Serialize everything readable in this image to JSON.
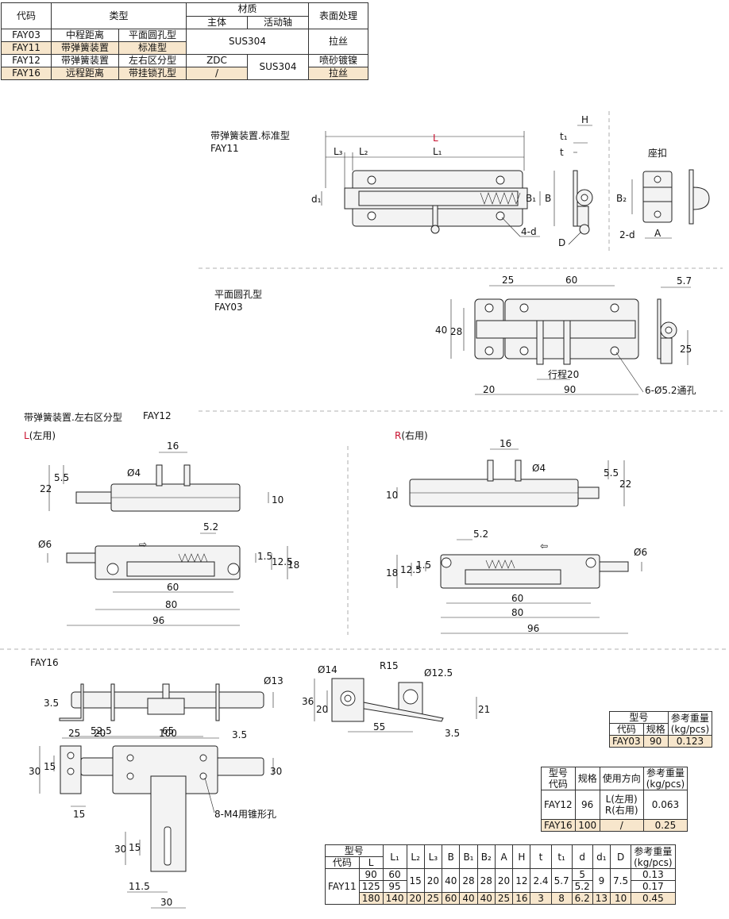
{
  "spec_table": {
    "h_code": "代码",
    "h_type": "类型",
    "h_material": "材质",
    "h_body": "主体",
    "h_shaft": "活动轴",
    "h_surface": "表面处理",
    "rows": [
      {
        "code": "FAY03",
        "type1": "中程距离",
        "type2": "平面圆孔型"
      },
      {
        "code": "FAY11",
        "type1": "带弹簧装置",
        "type2": "标准型"
      },
      {
        "code": "FAY12",
        "type1": "带弹簧装置",
        "type2": "左右区分型"
      },
      {
        "code": "FAY16",
        "type1": "远程距离",
        "type2": "带挂锁孔型"
      }
    ],
    "sus_a": "SUS304",
    "zdc": "ZDC",
    "slash": "/",
    "sus_b": "SUS304",
    "brushed_a": "拉丝",
    "sandblast": "喷砂镀镍",
    "brushed_b": "拉丝"
  },
  "fay11": {
    "title": "带弹簧装置.标准型",
    "code": "FAY11",
    "seat": "座扣",
    "dims": {
      "L": "L",
      "L1": "L₁",
      "L2": "L₂",
      "L3": "L₃",
      "B1": "B₁",
      "B": "B",
      "B2": "B₂",
      "d1": "d₁",
      "t1": "t₁",
      "t": "t",
      "H": "H",
      "D": "D",
      "hole4d": "4-d",
      "hole2d": "2-d",
      "A": "A"
    }
  },
  "fay03": {
    "title": "平面圆孔型",
    "code": "FAY03",
    "dims": {
      "d25": "25",
      "d60": "60",
      "d5_7": "5.7",
      "d40": "40",
      "d28": "28",
      "d25b": "25",
      "stroke": "行程20",
      "d20": "20",
      "d90": "90",
      "holes": "6-Ø5.2通孔"
    }
  },
  "fay12": {
    "title": "带弹簧装置.左右区分型",
    "code": "FAY12",
    "left": "L",
    "left_note": "(左用)",
    "right": "R",
    "right_note": "(右用)",
    "dims": {
      "d16": "16",
      "d4": "Ø4",
      "d22": "22",
      "d5_5": "5.5",
      "d10": "10",
      "d6": "Ø6",
      "d5_2": "5.2",
      "d1_5": "1.5",
      "d12_5": "12.5",
      "d18": "18",
      "d60": "60",
      "d80": "80",
      "d96": "96"
    }
  },
  "fay16": {
    "code": "FAY16",
    "dims": {
      "d13": "Ø13",
      "d3_5": "3.5",
      "d25": "25",
      "d20": "20",
      "d100": "100",
      "d3_5b": "3.5",
      "d14": "Ø14",
      "r15": "R15",
      "d12_5": "Ø12.5",
      "d36": "36",
      "d20b": "20",
      "d55": "55",
      "d21": "21",
      "d3_5c": "3.5",
      "d52_5": "52.5",
      "d65": "65",
      "d30": "30",
      "d15": "15",
      "d30b": "30",
      "d15b": "15",
      "m4": "8-M4用锥形孔",
      "d30c": "30",
      "d15c": "15",
      "d11_5": "11.5",
      "d30d": "30"
    }
  },
  "weight1": {
    "h_model": "型号",
    "h_weight": "参考重量",
    "h_unit": "(kg/pcs)",
    "h_code": "代码",
    "h_spec": "规格",
    "row": {
      "code": "FAY03",
      "spec": "90",
      "w": "0.123"
    }
  },
  "weight2": {
    "h_model": "型号",
    "h_code": "代码",
    "h_spec": "规格",
    "h_dir": "使用方向",
    "h_weight": "参考重量",
    "h_unit": "(kg/pcs)",
    "rows": [
      {
        "code": "FAY12",
        "spec": "96",
        "dir": "L(左用)",
        "dir2": "R(右用)",
        "w": "0.063"
      },
      {
        "code": "FAY16",
        "spec": "100",
        "dir": "/",
        "w": "0.25"
      }
    ]
  },
  "weight3": {
    "h_model": "型号",
    "h_code": "代码",
    "cols": [
      "L",
      "L₁",
      "L₂",
      "L₃",
      "B",
      "B₁",
      "B₂",
      "A",
      "H",
      "t",
      "t₁",
      "d",
      "d₁",
      "D"
    ],
    "h_weight": "参考重量",
    "h_unit": "(kg/pcs)",
    "code": "FAY11",
    "rows": [
      {
        "L": "90",
        "L1": "60",
        "w": "0.13",
        "d": "5"
      },
      {
        "L": "125",
        "L1": "95",
        "w": "0.17",
        "d": "5.2"
      },
      {
        "L": "180",
        "L1": "140",
        "L2": "20",
        "L3": "25",
        "B": "60",
        "B1": "40",
        "B2": "40",
        "A": "25",
        "H": "16",
        "t": "3",
        "t1": "8",
        "d": "6.2",
        "d1": "13",
        "D": "10",
        "w": "0.45"
      }
    ],
    "shared": {
      "L2": "15",
      "L3": "20",
      "B": "40",
      "B1": "28",
      "B2": "28",
      "A": "20",
      "H": "12",
      "t": "2.4",
      "t1": "5.7",
      "d1": "9",
      "D": "7.5"
    }
  }
}
